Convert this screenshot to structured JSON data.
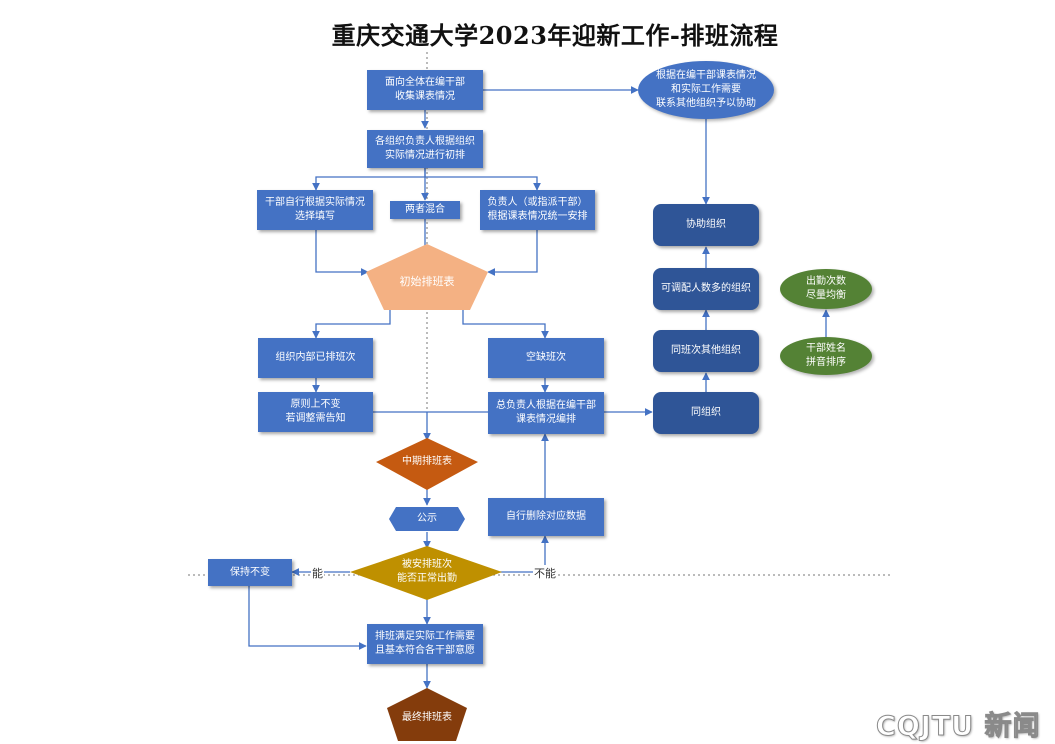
{
  "title": "重庆交通大学2023年迎新工作-排班流程",
  "nodes": {
    "collect": "面向全体在编干部\n收集课表情况",
    "initial_arrange": "各组织负责人根据组织\n实际情况进行初排",
    "self_fill": "干部自行根据实际情况\n选择填写",
    "mixed": "两者混合",
    "leader_arrange": "负责人（或指派干部）\n根据课表情况统一安排",
    "initial_table": "初始排班表",
    "org_scheduled": "组织内部已排班次",
    "vacant": "空缺班次",
    "no_change": "原则上不变\n若调整需告知",
    "chief_arrange": "总负责人根据在编干部\n课表情况编排",
    "mid_table": "中期排班表",
    "publish": "公示",
    "self_delete": "自行删除对应数据",
    "keep": "保持不变",
    "decision": "被安排班次\n能否正常出勤",
    "satisfy": "排班满足实际工作需要\n且基本符合各干部意愿",
    "final_table": "最终排班表",
    "coordinate_ellipse": "根据在编干部课表情况\n和实际工作需要\n联系其他组织予以协助",
    "assist_org": "协助组织",
    "more_people_org": "可调配人数多的组织",
    "same_shift_org": "同班次其他组织",
    "same_org": "同组织",
    "attendance_balance": "出勤次数\n尽量均衡",
    "pinyin_sort": "干部姓名\n拼音排序"
  },
  "edge_labels": {
    "yes": "能",
    "no": "不能"
  },
  "watermark": "CQJTU 新闻",
  "colors": {
    "box": "#4472c4",
    "dark_box": "#2f5597",
    "pentagon": "#f4b183",
    "mid_diamond": "#c55a11",
    "decision_diamond": "#bf9000",
    "final_pentagon": "#843c0c",
    "green": "#548235",
    "line": "#4472c4"
  }
}
